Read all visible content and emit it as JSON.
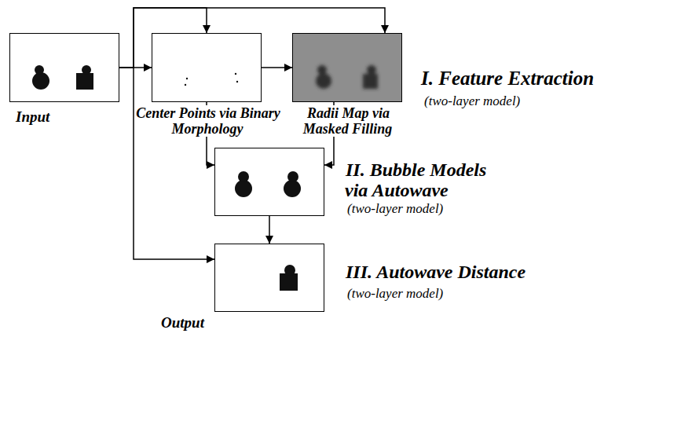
{
  "diagram": {
    "nodes": [
      {
        "text": [
          "Input"
        ]
      },
      {
        "text": [
          "Center Points via Binary Morphology"
        ]
      },
      {
        "text": [
          "Radii Map via Masked Filling"
        ]
      },
      {
        "text": [
          "II. Bubble Models via Autowave",
          "(two-layer model)"
        ]
      },
      {
        "text": [
          "Output",
          "III. Autowave Distance",
          "(two-layer model)"
        ]
      }
    ],
    "edges": [
      {
        "from": 0,
        "to": 1,
        "arrow": "to"
      },
      {
        "from": 0,
        "to": 1,
        "arrow": "to"
      },
      {
        "from": 0,
        "to": 2,
        "arrow": "to"
      },
      {
        "from": 1,
        "to": 2,
        "arrow": "to"
      },
      {
        "from": 1,
        "to": 3,
        "arrow": "to"
      },
      {
        "from": 2,
        "to": 3,
        "arrow": "to"
      },
      {
        "from": 3,
        "to": 4,
        "arrow": "to"
      },
      {
        "from": 0,
        "to": 4,
        "arrow": "to"
      }
    ],
    "labels": [
      "I. Feature Extraction",
      "(two-layer model)"
    ]
  }
}
